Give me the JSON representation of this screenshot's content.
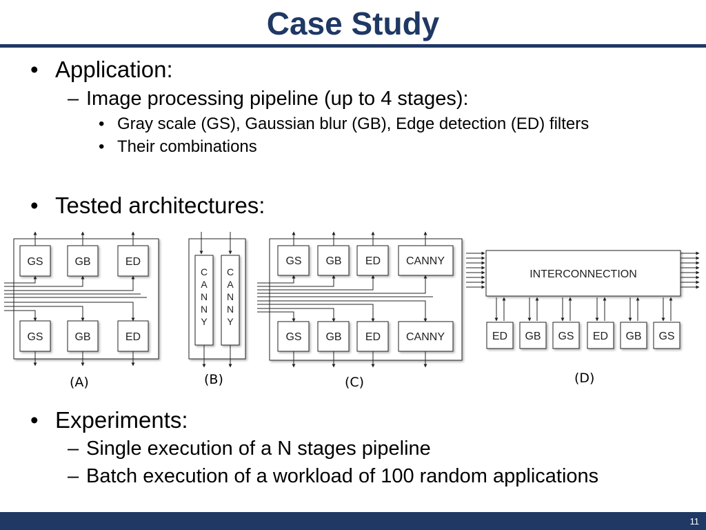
{
  "slide": {
    "title": "Case Study",
    "page_number": "11"
  },
  "bullets": {
    "application": {
      "label": "Application:",
      "sub": "Image processing pipeline (up to 4 stages):",
      "items": [
        "Gray scale (GS), Gaussian blur (GB), Edge detection (ED) filters",
        "Their combinations"
      ]
    },
    "tested": {
      "label": "Tested architectures:"
    },
    "experiments": {
      "label": "Experiments:",
      "items": [
        "Single execution of a N stages pipeline",
        "Batch execution of a workload of 100 random applications"
      ]
    }
  },
  "diagram": {
    "a": {
      "caption": "(A)",
      "row1": [
        "GS",
        "GB",
        "ED"
      ],
      "row2": [
        "GS",
        "GB",
        "ED"
      ]
    },
    "b": {
      "caption": "(B)",
      "module": "CANNY"
    },
    "c": {
      "caption": "(C)",
      "row1": [
        "GS",
        "GB",
        "ED",
        "CANNY"
      ],
      "row2": [
        "GS",
        "GB",
        "ED",
        "CANNY"
      ]
    },
    "d": {
      "caption": "(D)",
      "interconnect": "INTERCONNECTION",
      "modules": [
        "ED",
        "GB",
        "GS",
        "ED",
        "GB",
        "GS"
      ]
    }
  }
}
